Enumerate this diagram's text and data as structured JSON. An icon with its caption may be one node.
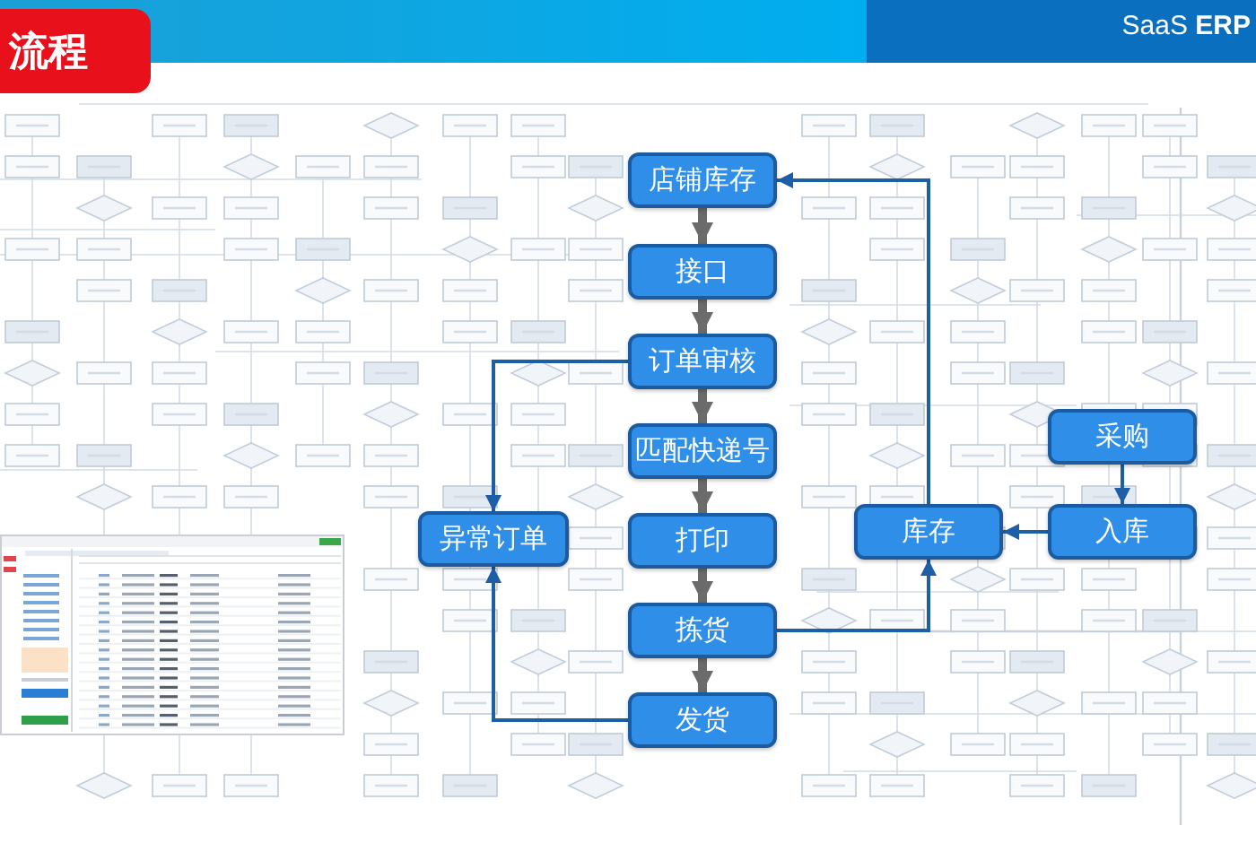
{
  "diagram": {
    "title": "流程",
    "nodes": [
      {
        "text": [
          "店铺库存"
        ]
      },
      {
        "text": [
          "接口"
        ]
      },
      {
        "text": [
          "订单审核"
        ]
      },
      {
        "text": [
          "匹配快递号"
        ]
      },
      {
        "text": [
          "异常订单"
        ]
      },
      {
        "text": [
          "打印"
        ]
      },
      {
        "text": [
          "拣货"
        ]
      },
      {
        "text": [
          "发货"
        ]
      },
      {
        "text": [
          "库存"
        ]
      },
      {
        "text": [
          "采购"
        ]
      },
      {
        "text": [
          "入库"
        ]
      }
    ],
    "edges": [
      {
        "from": 0,
        "to": 1,
        "arrow": "to",
        "style": "thick",
        "color": "#6b6b6b"
      },
      {
        "from": 1,
        "to": 2,
        "arrow": "to",
        "style": "thick",
        "color": "#6b6b6b"
      },
      {
        "from": 2,
        "to": 3,
        "arrow": "to",
        "style": "thick",
        "color": "#6b6b6b"
      },
      {
        "from": 3,
        "to": 5,
        "arrow": "to",
        "style": "thick",
        "color": "#6b6b6b"
      },
      {
        "from": 5,
        "to": 6,
        "arrow": "to",
        "style": "thick",
        "color": "#6b6b6b"
      },
      {
        "from": 6,
        "to": 7,
        "arrow": "to",
        "style": "thick",
        "color": "#6b6b6b"
      },
      {
        "from": 2,
        "to": 4,
        "arrow": "to"
      },
      {
        "from": 7,
        "to": 4,
        "arrow": "to"
      },
      {
        "from": 6,
        "to": 8,
        "arrow": "to"
      },
      {
        "from": 8,
        "to": 0,
        "arrow": "to"
      },
      {
        "from": 9,
        "to": 10,
        "arrow": "to"
      },
      {
        "from": 10,
        "to": 8,
        "arrow": "to"
      }
    ],
    "labels": [
      "SaaS **ERP**"
    ]
  }
}
